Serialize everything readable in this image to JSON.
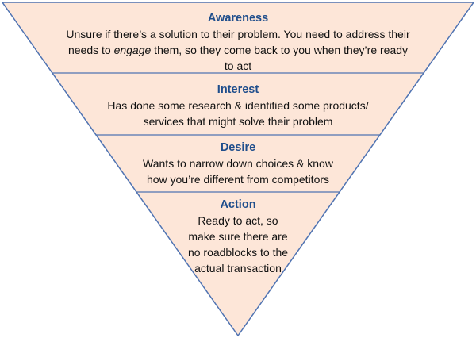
{
  "colors": {
    "fill": "#fde6d8",
    "outline": "#4f73b2",
    "title": "#1f4e8c",
    "text": "#111111"
  },
  "stages": [
    {
      "title": "Awareness",
      "lines": [
        [
          "Unsure if there’s a solution to their problem. You need to address their"
        ],
        [
          "needs to ",
          {
            "em": "engage"
          },
          " them, so they come back to you when they’re ready"
        ],
        [
          "to act"
        ]
      ]
    },
    {
      "title": "Interest",
      "lines": [
        [
          "Has done some research & identified some products/"
        ],
        [
          "services that might solve their problem"
        ]
      ]
    },
    {
      "title": "Desire",
      "lines": [
        [
          "Wants to narrow down choices & know"
        ],
        [
          "how you’re different  from competitors"
        ]
      ]
    },
    {
      "title": "Action",
      "lines": [
        [
          "Ready to act, so"
        ],
        [
          "make sure there are"
        ],
        [
          "no roadblocks to the"
        ],
        [
          "actual transaction"
        ]
      ]
    }
  ]
}
